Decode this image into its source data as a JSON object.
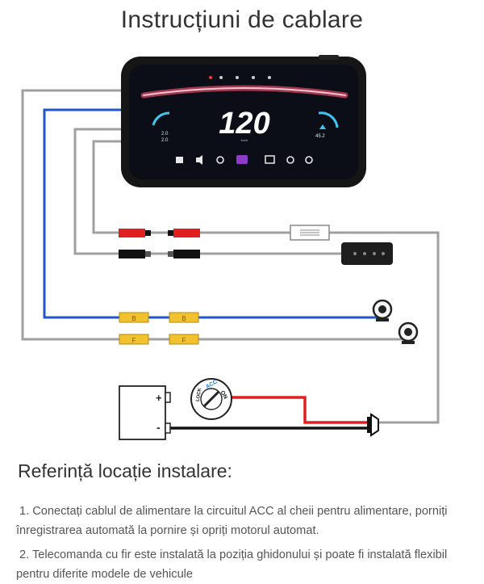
{
  "title": "Instrucțiuni de cablare",
  "device": {
    "speed": "120",
    "speed_unit": "km/h",
    "left_gauge_lines": [
      "2.0",
      "2.0"
    ],
    "right_gauge_value": "45.2"
  },
  "connectors": {
    "b_label": "B",
    "f_label": "F"
  },
  "switch": {
    "acc": "ACC",
    "on": "ON",
    "lock": "LOCK"
  },
  "battery": {
    "plus": "+",
    "minus": "-"
  },
  "colors": {
    "red_wire": "#e02020",
    "blue_wire": "#2255cc",
    "grey_wire": "#9a9a9a",
    "black_wire": "#111111",
    "connector_yellow": "#f2c12e",
    "accent_cyan": "#3ec6f0"
  },
  "install": {
    "heading": "Referință locație instalare:",
    "line1a": "1. Conectați cablul de alimentare la circuitul ACC al cheii pentru alimentare, porniți",
    "line1b": "înregistrarea automată la pornire și opriți motorul automat.",
    "line2a": "2. Telecomanda cu fir este instalată la poziția ghidonului și poate fi instalată flexibil",
    "line2b": "pentru diferite modele de vehicule"
  }
}
